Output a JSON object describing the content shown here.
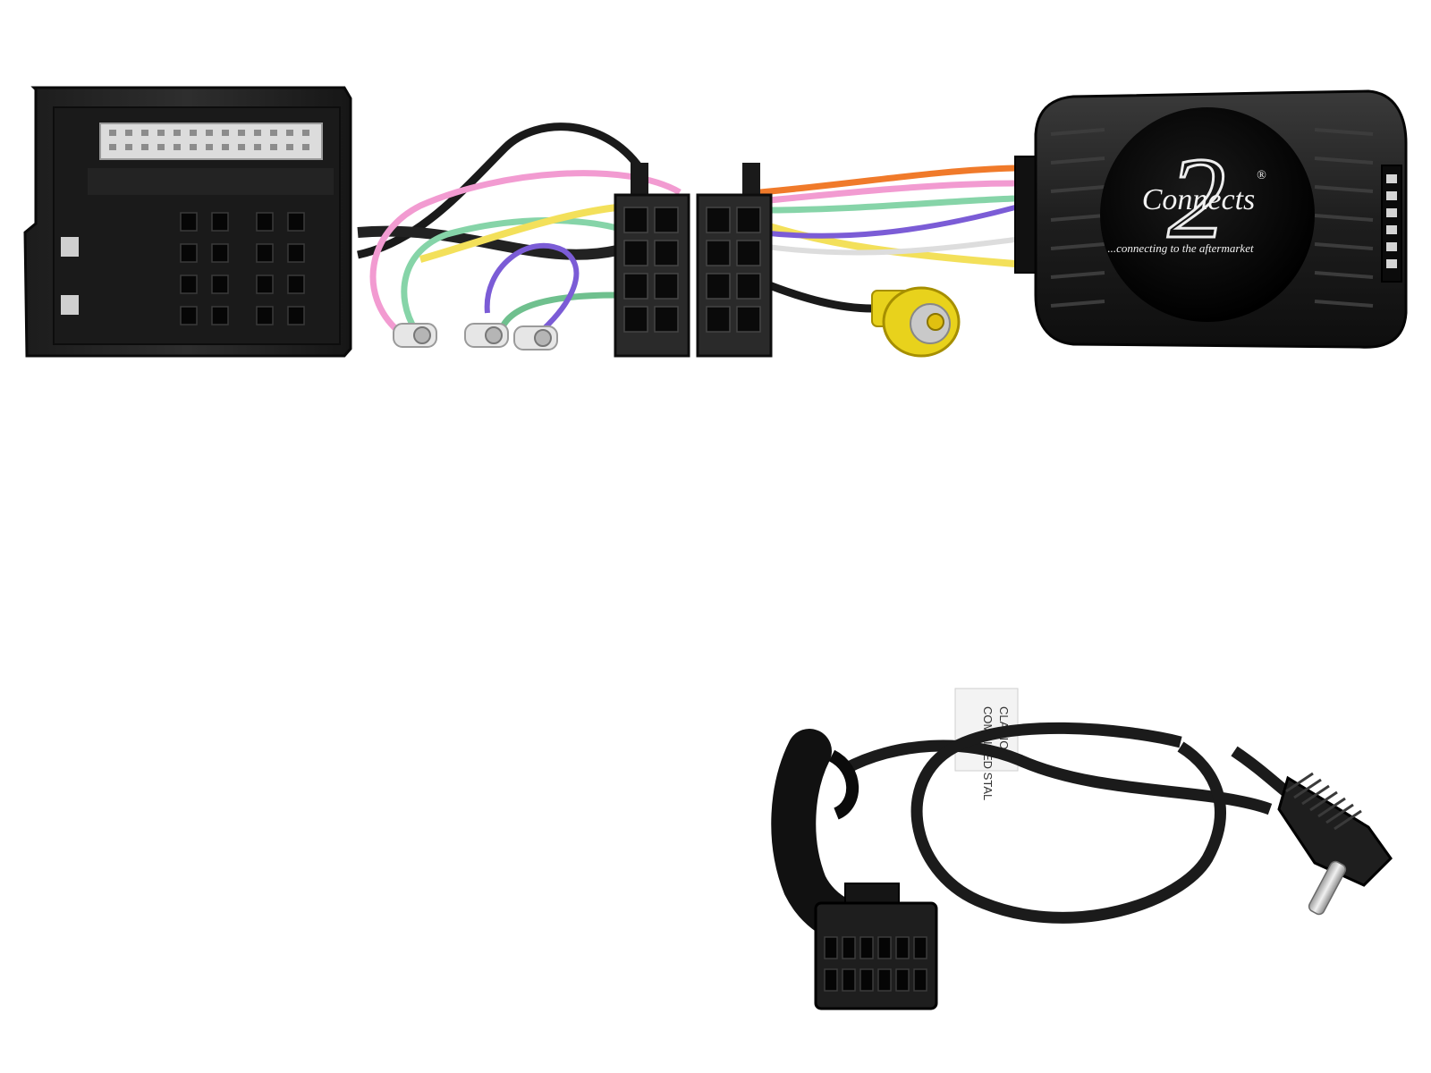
{
  "module": {
    "brand_word": "Connects",
    "brand_number": "2",
    "registered_mark": "®",
    "tagline": "...connecting to the aftermarket"
  },
  "cable_label": {
    "line1": "CLARION",
    "line2": "COMBINED STAL"
  },
  "colors": {
    "background": "#ffffff",
    "plastic": "#2a2a2a",
    "plastic_dark": "#141414",
    "module_body": "#1c1c1c",
    "wire_black": "#1a1a1a",
    "wire_pink": "#f29bd1",
    "wire_green": "#86d4a8",
    "wire_yellow": "#f3e05a",
    "wire_blue": "#7b5cd6",
    "wire_orange": "#f07a2a",
    "rca_yellow": "#e8d21c",
    "pin_white": "#dcdcdc"
  }
}
